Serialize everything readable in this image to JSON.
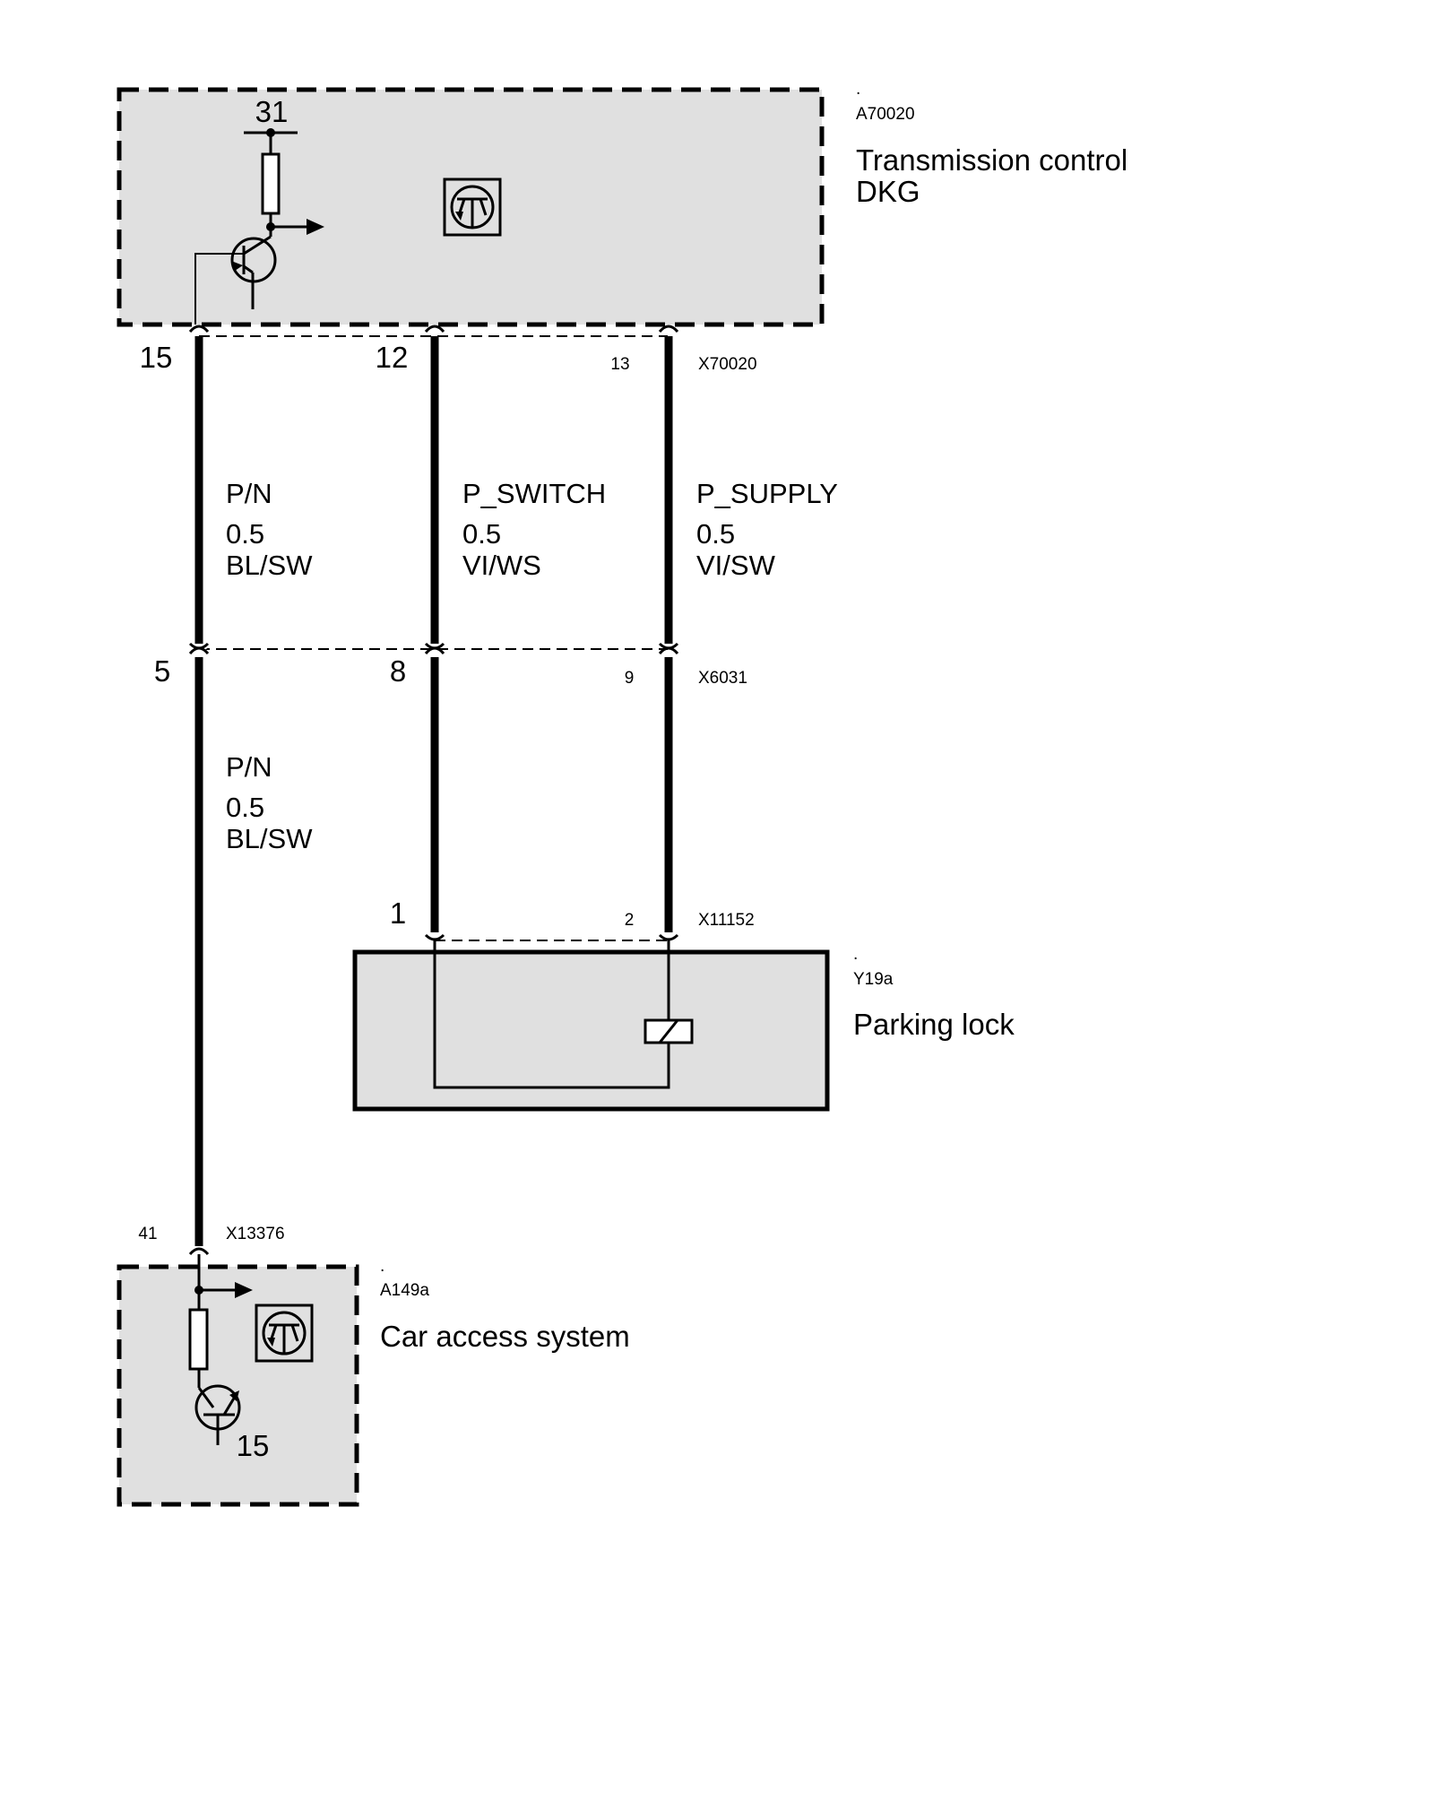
{
  "components": {
    "tcu": {
      "dot": ".",
      "id": "A70020",
      "name_line1": "Transmission control",
      "name_line2": "DKG",
      "ground_label": "31"
    },
    "parking_lock": {
      "dot": ".",
      "id": "Y19a",
      "name": "Parking lock"
    },
    "cas": {
      "dot": ".",
      "id": "A149a",
      "name": "Car access system",
      "terminal_label": "15"
    }
  },
  "connectors": {
    "x70020": {
      "id": "X70020",
      "pins": [
        "15",
        "12",
        "13"
      ]
    },
    "x6031": {
      "id": "X6031",
      "pins": [
        "5",
        "8",
        "9"
      ]
    },
    "x11152": {
      "id": "X11152",
      "pins": [
        "1",
        "2"
      ]
    },
    "x13376": {
      "id": "X13376",
      "pins": [
        "41"
      ]
    }
  },
  "wires": {
    "upper": [
      {
        "signal": "P/N",
        "gauge": "0.5",
        "color": "BL/SW"
      },
      {
        "signal": "P_SWITCH",
        "gauge": "0.5",
        "color": "VI/WS"
      },
      {
        "signal": "P_SUPPLY",
        "gauge": "0.5",
        "color": "VI/SW"
      }
    ],
    "lower": [
      {
        "signal": "P/N",
        "gauge": "0.5",
        "color": "BL/SW"
      }
    ]
  },
  "colors": {
    "box_fill": "#e0e0e0",
    "line": "#000000"
  }
}
